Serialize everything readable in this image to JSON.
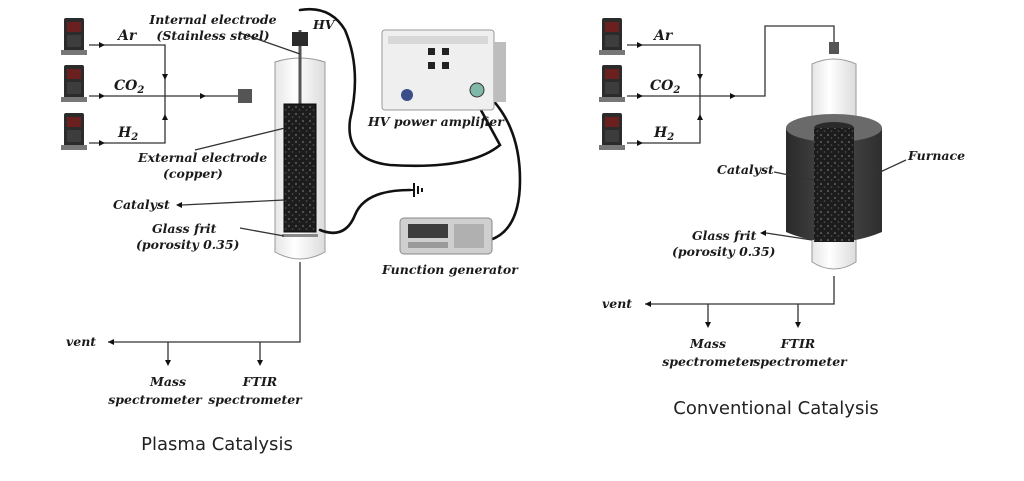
{
  "plasma": {
    "gases": {
      "ar": "Ar",
      "co2": "CO",
      "co2_sub": "2",
      "h2": "H",
      "h2_sub": "2"
    },
    "internal_electrode": "Internal electrode",
    "internal_electrode_material": "(Stainless steel)",
    "hv": "HV",
    "hv_power_amplifier": "HV power amplifier",
    "external_electrode": "External electrode",
    "external_electrode_material": "(copper)",
    "catalyst": "Catalyst",
    "glass_frit": "Glass frit",
    "porosity": "(porosity 0.35)",
    "function_generator": "Function generator",
    "vent": "vent",
    "mass_1": "Mass",
    "mass_2": "spectrometer",
    "ftir_1": "FTIR",
    "ftir_2": "spectrometer",
    "caption": "Plasma Catalysis"
  },
  "conventional": {
    "gases": {
      "ar": "Ar",
      "co2": "CO",
      "co2_sub": "2",
      "h2": "H",
      "h2_sub": "2"
    },
    "catalyst": "Catalyst",
    "furnace": "Furnace",
    "glass_frit": "Glass frit",
    "porosity": "(porosity 0.35)",
    "vent": "vent",
    "mass_1": "Mass",
    "mass_2": "spectrometer",
    "ftir_1": "FTIR",
    "ftir_2": "spectrometer",
    "caption": "Conventional Catalysis"
  },
  "colors": {
    "catalyst_bed": "#1c1c1c",
    "furnace": "#3a3a3a",
    "glass": "#f4f4f4",
    "line": "#333333"
  }
}
